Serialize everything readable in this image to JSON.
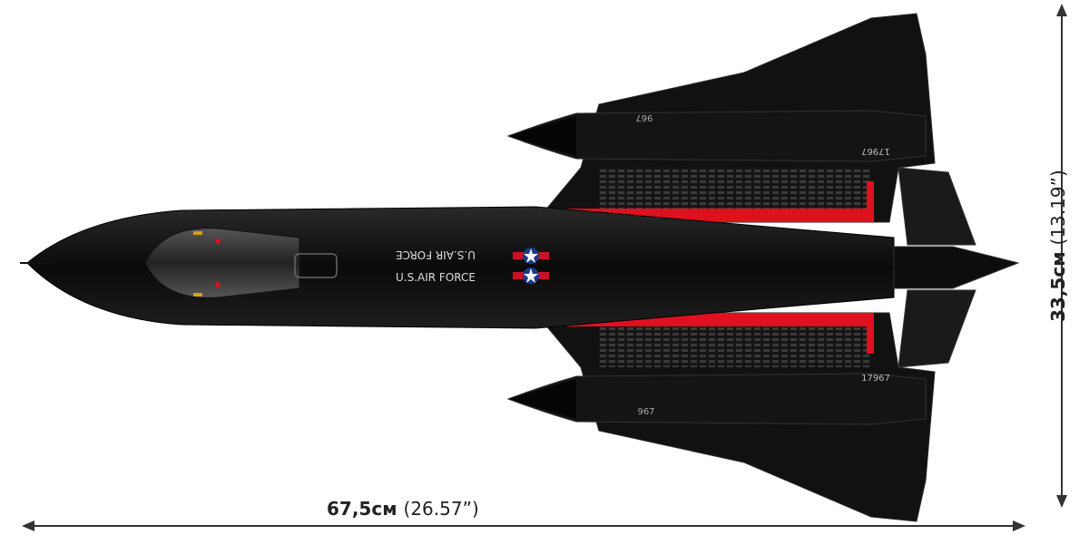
{
  "dimensions": {
    "length_main": "67,5см",
    "length_sub": "(26.57”)",
    "height_main": "33,5см",
    "height_sub": "(13.19”)"
  },
  "markings": {
    "us_air_force_top": "U.S.AIR FORCE",
    "us_air_force_bottom": "U.S.AIR FORCE",
    "tail_number_top": "17967",
    "tail_number_bottom": "17967",
    "nacelle_number_top": "967",
    "nacelle_number_bottom": "967"
  },
  "colors": {
    "body": "#0c0c0c",
    "panel": "#1a1a1a",
    "trim": "#e01020",
    "roundel_blue": "#1a3a8a",
    "roundel_red": "#cc1122",
    "arrow": "#333333"
  }
}
